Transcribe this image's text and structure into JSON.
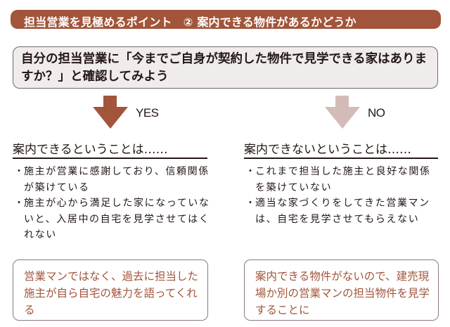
{
  "header": {
    "title": "担当営業を見極めるポイント　② 案内できる物件があるかどうか",
    "background_color": "#a2553a"
  },
  "question": {
    "text": "自分の担当営業に「今までご自身が契約した物件で見学できる家はありますか？」と確認してみよう"
  },
  "branches": {
    "yes": {
      "arrow_icon": "down-arrow",
      "arrow_color": "#a2553a",
      "label": "YES",
      "heading": "案内できるということは……",
      "bullets": [
        "施主が営業に感謝しており、信頼関係が築けている",
        "施主が心から満足した家になっていないと、入居中の自宅を見学させてはくれない"
      ],
      "result": "営業マンではなく、過去に担当した施主が自ら自宅の魅力を語ってくれる"
    },
    "no": {
      "arrow_icon": "down-arrow",
      "arrow_color": "#d3bcb8",
      "label": "NO",
      "heading": "案内できないということは……",
      "bullets": [
        "これまで担当した施主と良好な関係を築けていない",
        "適当な家づくりをしてきた営業マンは、自宅を見学させてもらえない"
      ],
      "result": "案内できる物件がないので、建売現場か別の営業マンの担当物件を見学することに"
    }
  },
  "bullet_symbol": "・"
}
